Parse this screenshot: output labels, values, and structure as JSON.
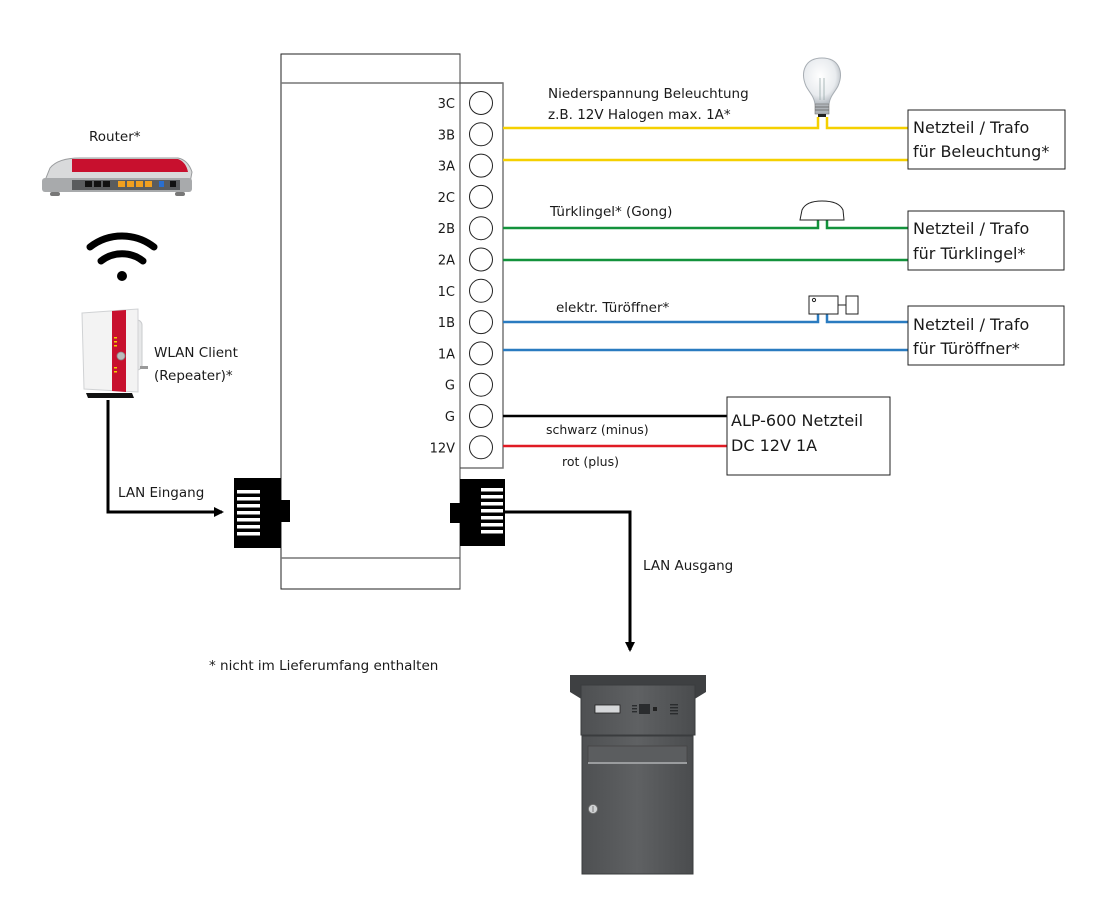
{
  "title": "Anschlussplan Modul mit WLAN-Client und Briefkasten-Sprechanlage",
  "colors": {
    "light_wire": "#f5d000",
    "bell_wire": "#13923c",
    "opener_wire": "#2a7bc0",
    "ground_wire": "#000000",
    "power_wire": "#e01b24",
    "router_red": "#c8102e",
    "mailbox_gray": "#595b5d"
  },
  "devices": {
    "router": {
      "label": "Router*",
      "icon": "router-icon"
    },
    "wifi": {
      "icon": "wifi-icon"
    },
    "repeater": {
      "label_line1": "WLAN Client",
      "label_line2": "(Repeater)*",
      "icon": "repeater-icon"
    },
    "mailbox": {
      "icon": "mailbox-intercom-icon"
    }
  },
  "connections": {
    "lan_in": "LAN Eingang",
    "lan_out": "LAN Ausgang"
  },
  "terminals": [
    "3C",
    "3B",
    "3A",
    "2C",
    "2B",
    "2A",
    "1C",
    "1B",
    "1A",
    "G",
    "G",
    "12V"
  ],
  "circuits": {
    "lighting": {
      "label_line1": "Niederspannung Beleuchtung",
      "label_line2": "z.B. 12V Halogen max. 1A*",
      "icon": "light-bulb-icon",
      "supply_line1": "Netzteil / Trafo",
      "supply_line2": "für Beleuchtung*",
      "terminals": [
        "3B",
        "3A"
      ]
    },
    "doorbell": {
      "label": "Türklingel* (Gong)",
      "icon": "gong-icon",
      "supply_line1": "Netzteil / Trafo",
      "supply_line2": "für Türklingel*",
      "terminals": [
        "2B",
        "2A"
      ]
    },
    "door_opener": {
      "label": "elektr. Türöffner*",
      "icon": "door-opener-icon",
      "supply_line1": "Netzteil / Trafo",
      "supply_line2": "für Türöffner*",
      "terminals": [
        "1B",
        "1A"
      ]
    },
    "power": {
      "ground_label": "schwarz (minus)",
      "plus_label": "rot (plus)",
      "supply_line1": "ALP-600 Netzteil",
      "supply_line2": "DC 12V 1A",
      "terminals": [
        "G",
        "12V"
      ]
    }
  },
  "footnote": "* nicht im Lieferumfang enthalten"
}
